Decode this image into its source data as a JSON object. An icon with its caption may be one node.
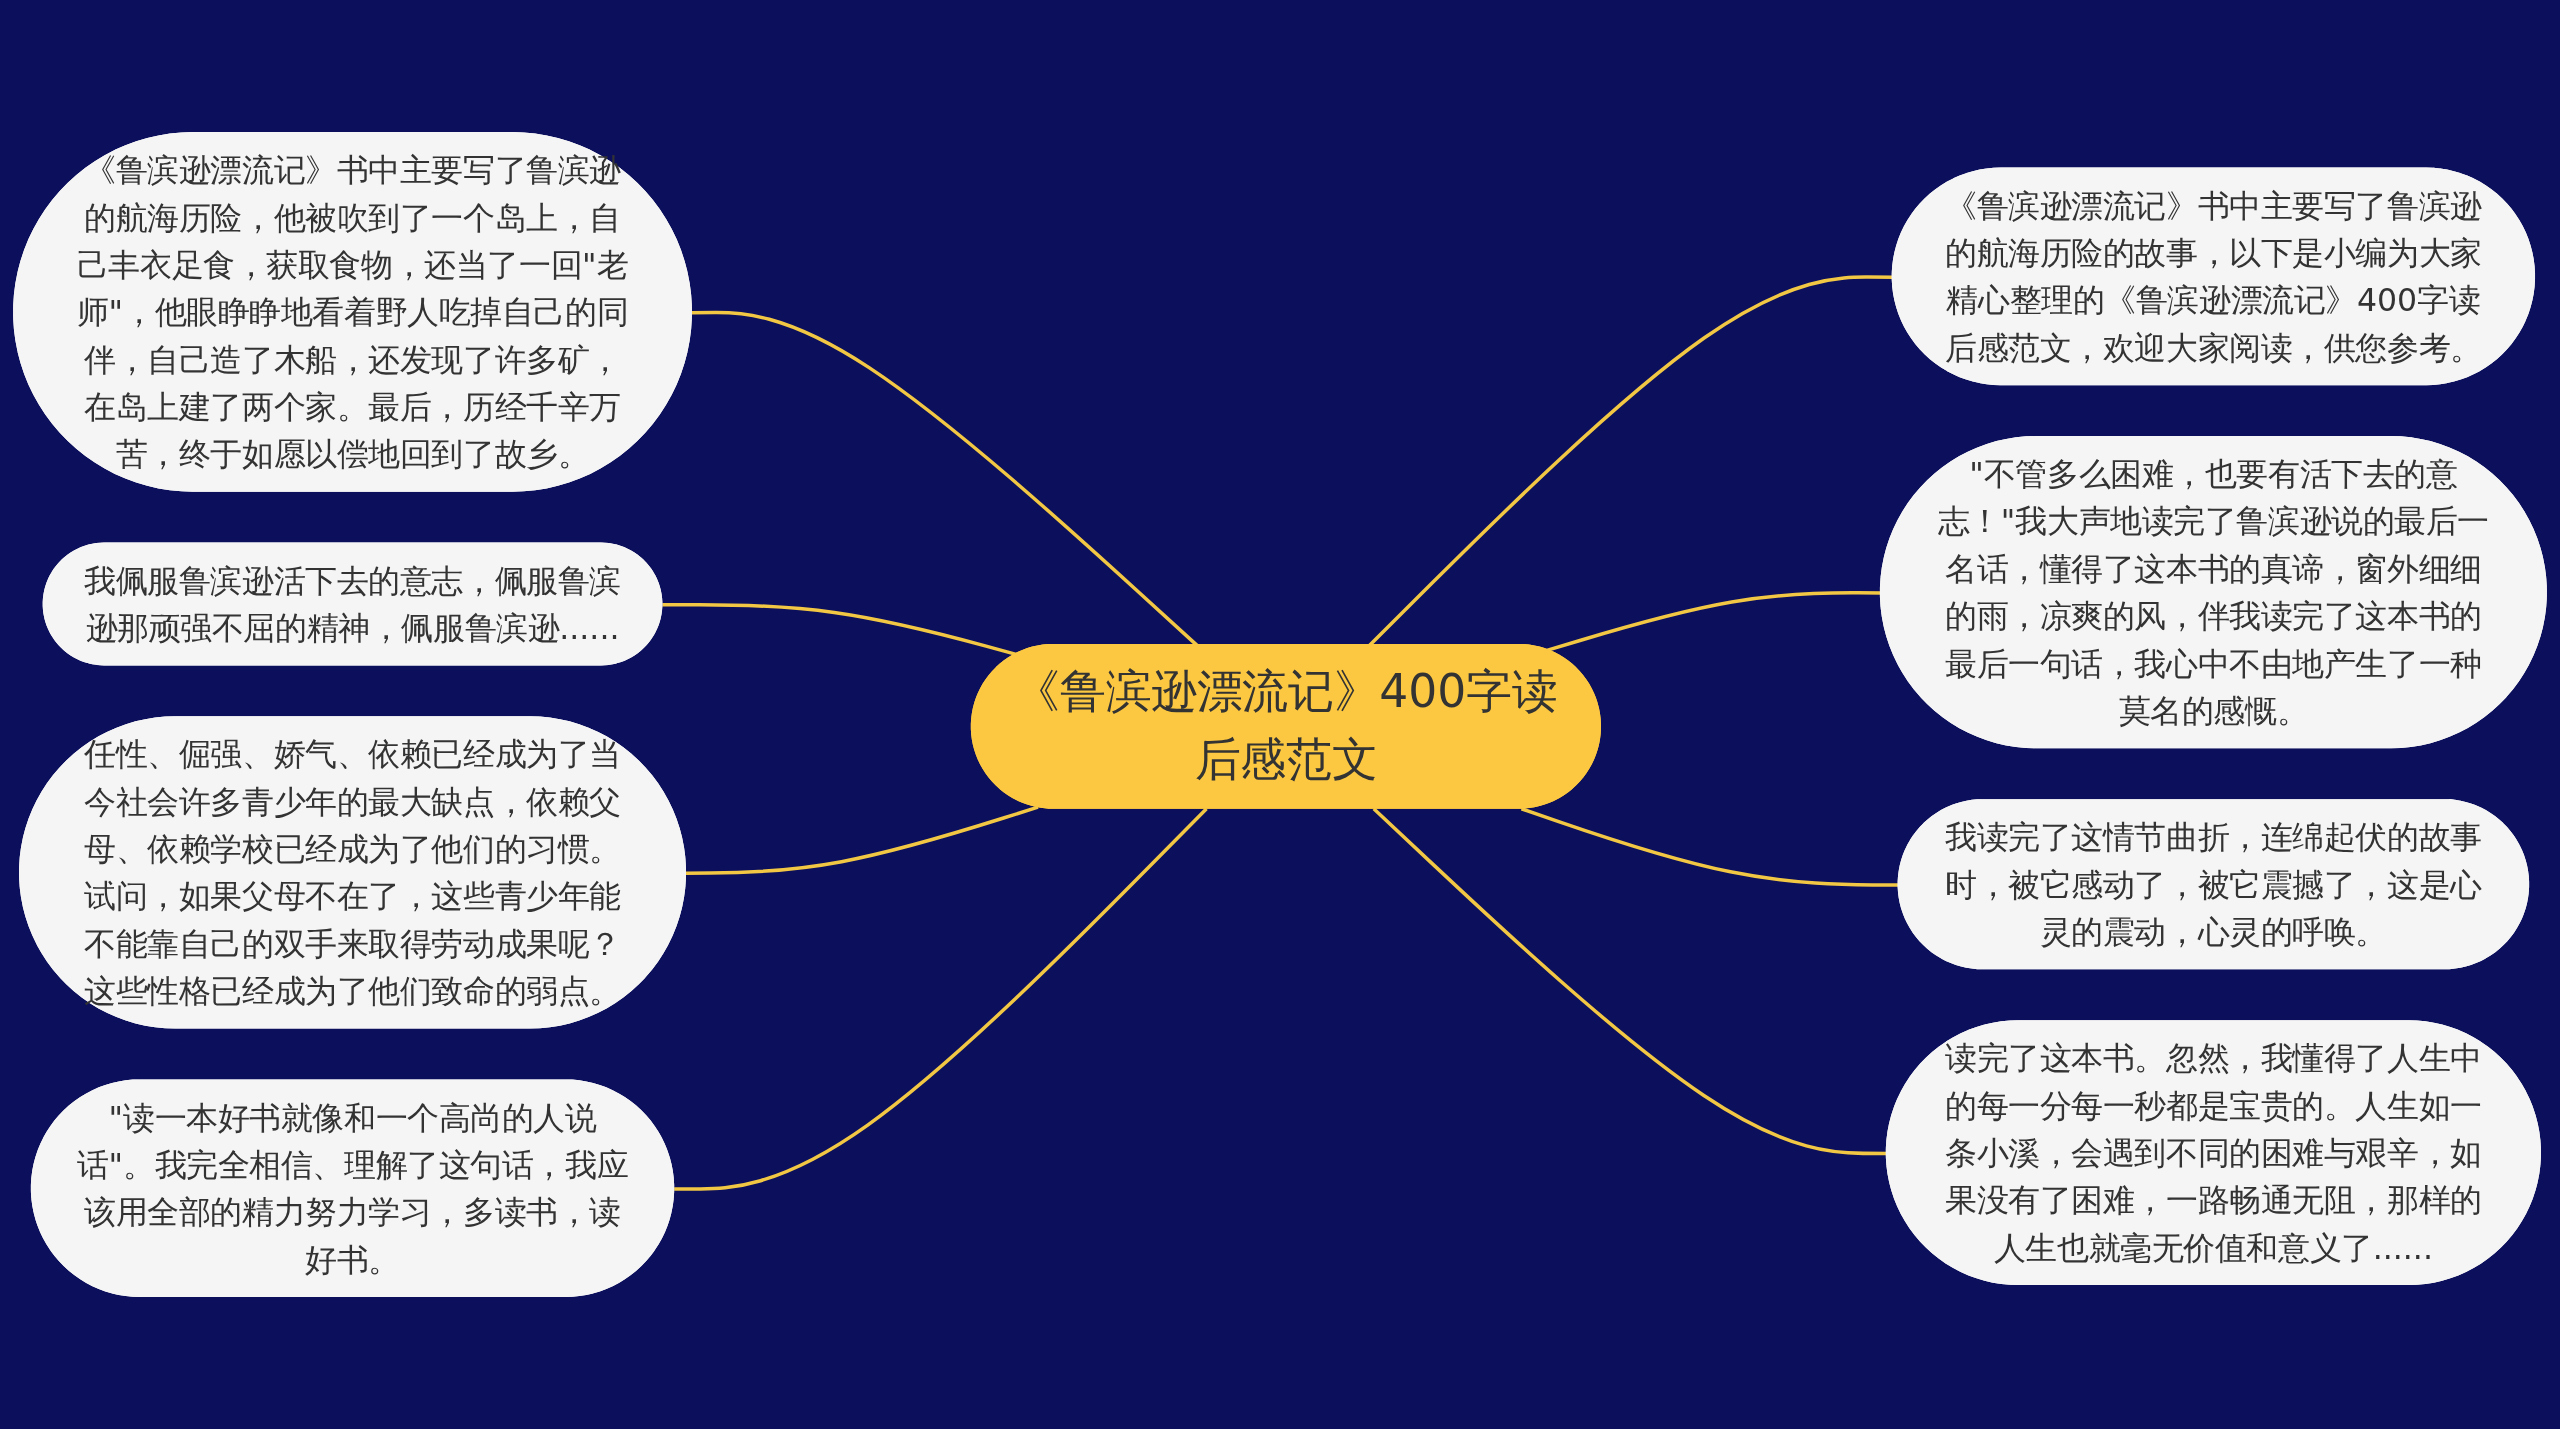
{
  "diagram": {
    "nodes": [
      {
        "text": [
          "《鲁滨逊漂流记》400字读后感范文"
        ]
      },
      {
        "text": [
          "《鲁滨逊漂流记》书中主要写了鲁滨逊的航海历险，他被吹到了一个岛上，自己丰衣足食，获取食物，还当了一回\"老师\"，他眼睁睁地看着野人吃掉自己的同伴，自己造了木船，还发现了许多矿，在岛上建了两个家。最后，历经千辛万苦，终于如愿以偿地回到了故乡。"
        ]
      },
      {
        "text": [
          "我佩服鲁滨逊活下去的意志，佩服鲁滨逊那顽强不屈的精神，佩服鲁滨逊......"
        ]
      },
      {
        "text": [
          "任性、倔强、娇气、依赖已经成为了当今社会许多青少年的最大缺点，依赖父母、依赖学校已经成为了他们的习惯。试问，如果父母不在了，这些青少年能不能靠自己的双手来取得劳动成果呢？这些性格已经成为了他们致命的弱点。"
        ]
      },
      {
        "text": [
          "\"读一本好书就像和一个高尚的人说话\"。我完全相信、理解了这句话，我应该用全部的精力努力学习，多读书，读好书。"
        ]
      },
      {
        "text": [
          "《鲁滨逊漂流记》书中主要写了鲁滨逊的航海历险的故事，以下是小编为大家精心整理的《鲁滨逊漂流记》400字读后感范文，欢迎大家阅读，供您参考。"
        ]
      },
      {
        "text": [
          "\"不管多么困难，也要有活下去的意志！\"我大声地读完了鲁滨逊说的最后一名话，懂得了这本书的真谛，窗外细细的雨，凉爽的风，伴我读完了这本书的最后一句话，我心中不由地产生了一种莫名的感慨。"
        ]
      },
      {
        "text": [
          "我读完了这情节曲折，连绵起伏的故事时，被它感动了，被它震撼了，这是心灵的震动，心灵的呼唤。"
        ]
      },
      {
        "text": [
          "读完了这本书。忽然，我懂得了人生中的每一分每一秒都是宝贵的。人生如一条小溪，会遇到不同的困难与艰辛，如果没有了困难，一路畅通无阻，那样的人生也就毫无价值和意义了......"
        ]
      }
    ],
    "edges": [
      {
        "from": 1,
        "to": 0,
        "arrow": "none"
      },
      {
        "from": 2,
        "to": 0,
        "arrow": "none"
      },
      {
        "from": 3,
        "to": 0,
        "arrow": "none"
      },
      {
        "from": 4,
        "to": 0,
        "arrow": "none"
      },
      {
        "from": 0,
        "to": 5,
        "arrow": "none"
      },
      {
        "from": 0,
        "to": 6,
        "arrow": "none"
      },
      {
        "from": 0,
        "to": 7,
        "arrow": "none"
      },
      {
        "from": 0,
        "to": 8,
        "arrow": "none"
      }
    ]
  }
}
